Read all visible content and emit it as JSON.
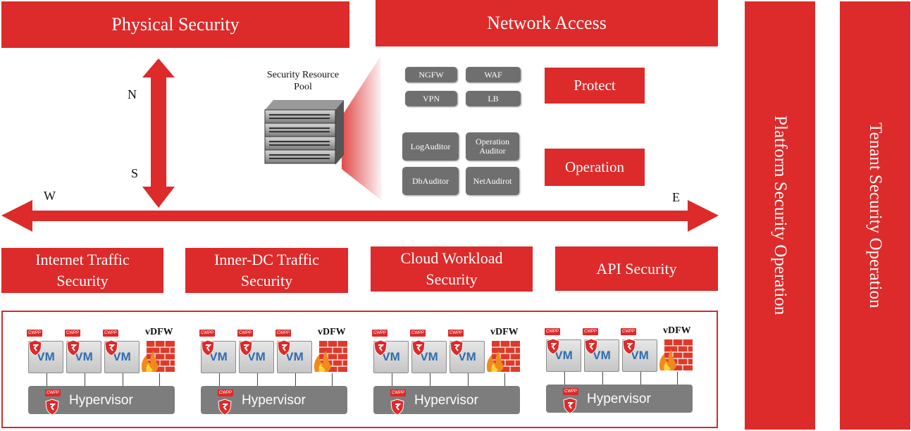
{
  "top": {
    "physical": "Physical Security",
    "network": "Network Access"
  },
  "side": {
    "platform": "Platform Security Operation",
    "tenant": "Tenant Security Operation"
  },
  "directions": {
    "n": "N",
    "s": "S",
    "w": "W",
    "e": "E"
  },
  "pool": {
    "label": "Security Resource\nPool"
  },
  "protect": {
    "label": "Protect",
    "items": [
      "NGFW",
      "WAF",
      "VPN",
      "LB"
    ]
  },
  "operation": {
    "label": "Operation",
    "items": [
      "LogAuditor",
      "Operation\nAuditor",
      "DbAuditor",
      "NetAudirot"
    ]
  },
  "categories": [
    "Internet Traffic\nSecurity",
    "Inner-DC Traffic\nSecurity",
    "Cloud Workload\nSecurity",
    "API Security"
  ],
  "host": {
    "vm": "VM",
    "cwpp": "CWPP",
    "vdfw": "vDFW",
    "hypervisor": "Hypervisor"
  },
  "colors": {
    "accent": "#dd2a2a",
    "gray": "#6f6f6f",
    "border": "#c9302c"
  }
}
